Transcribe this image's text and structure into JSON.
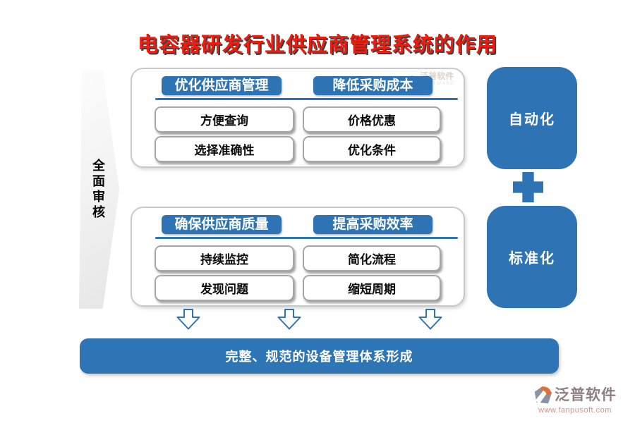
{
  "title": "电容器研发行业供应商管理系统的作用",
  "left_banner": {
    "label": "全面审核"
  },
  "panels": [
    {
      "headers": [
        "优化供应商管理",
        "降低采购成本"
      ],
      "rows": [
        [
          "方便查询",
          "价格优惠"
        ],
        [
          "选择准确性",
          "优化条件"
        ]
      ]
    },
    {
      "headers": [
        "确保供应商质量",
        "提高采购效率"
      ],
      "rows": [
        [
          "持续监控",
          "简化流程"
        ],
        [
          "发现问题",
          "缩短周期"
        ]
      ]
    }
  ],
  "right_tags": [
    {
      "label": "自动化"
    },
    {
      "label": "标准化"
    }
  ],
  "bottom_bar": {
    "label": "完整、规范的设备管理体系形成"
  },
  "watermark": {
    "name": "泛普软件",
    "sub": "SOFTWARE"
  },
  "footer_logo": {
    "name": "泛普软件",
    "url": "www.fanpusoft.com"
  },
  "colors": {
    "accent_blue": "#2E74B5",
    "title_red": "#EE1C0F"
  }
}
